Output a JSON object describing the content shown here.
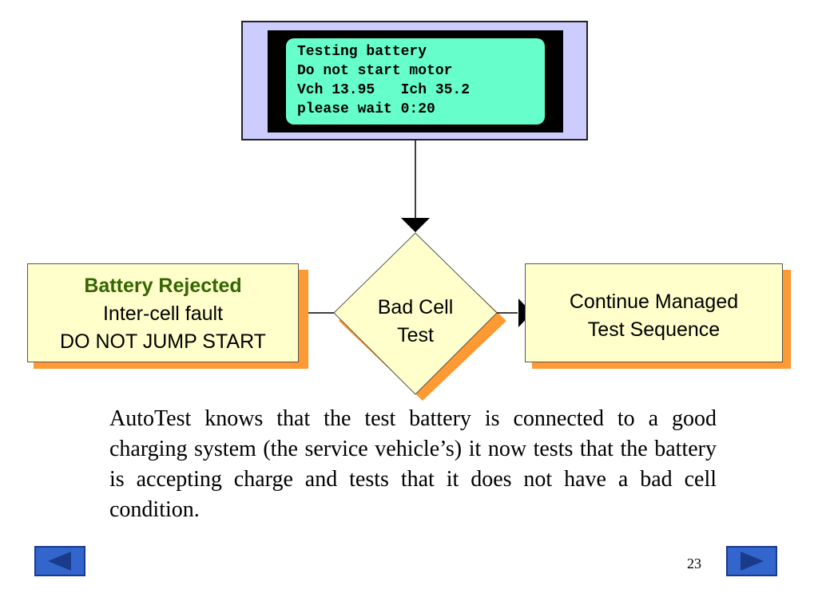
{
  "lcd": {
    "lines": [
      "Testing battery",
      "Do not start motor",
      "Vch 13.95   Ich 35.2",
      "please wait 0:20"
    ]
  },
  "diamond": {
    "line1": "Bad Cell",
    "line2": "Test"
  },
  "left_box": {
    "title": "Battery Rejected",
    "line2": "Inter-cell fault",
    "line3": "DO NOT JUMP START"
  },
  "right_box": {
    "line1": "Continue Managed",
    "line2": "Test Sequence"
  },
  "body_text": "AutoTest knows that the test battery is connected to a good charging system (the service vehicle’s) it now tests that the battery is accepting charge and tests that it does not have a bad cell condition.",
  "page_number": "23",
  "colors": {
    "lcd_screen": "#66ffcc",
    "lcd_frame": "#ccccff",
    "box_fill": "#ffffcc",
    "shadow": "#ff9933",
    "rejected_text": "#336600",
    "nav": "#3366cc"
  }
}
